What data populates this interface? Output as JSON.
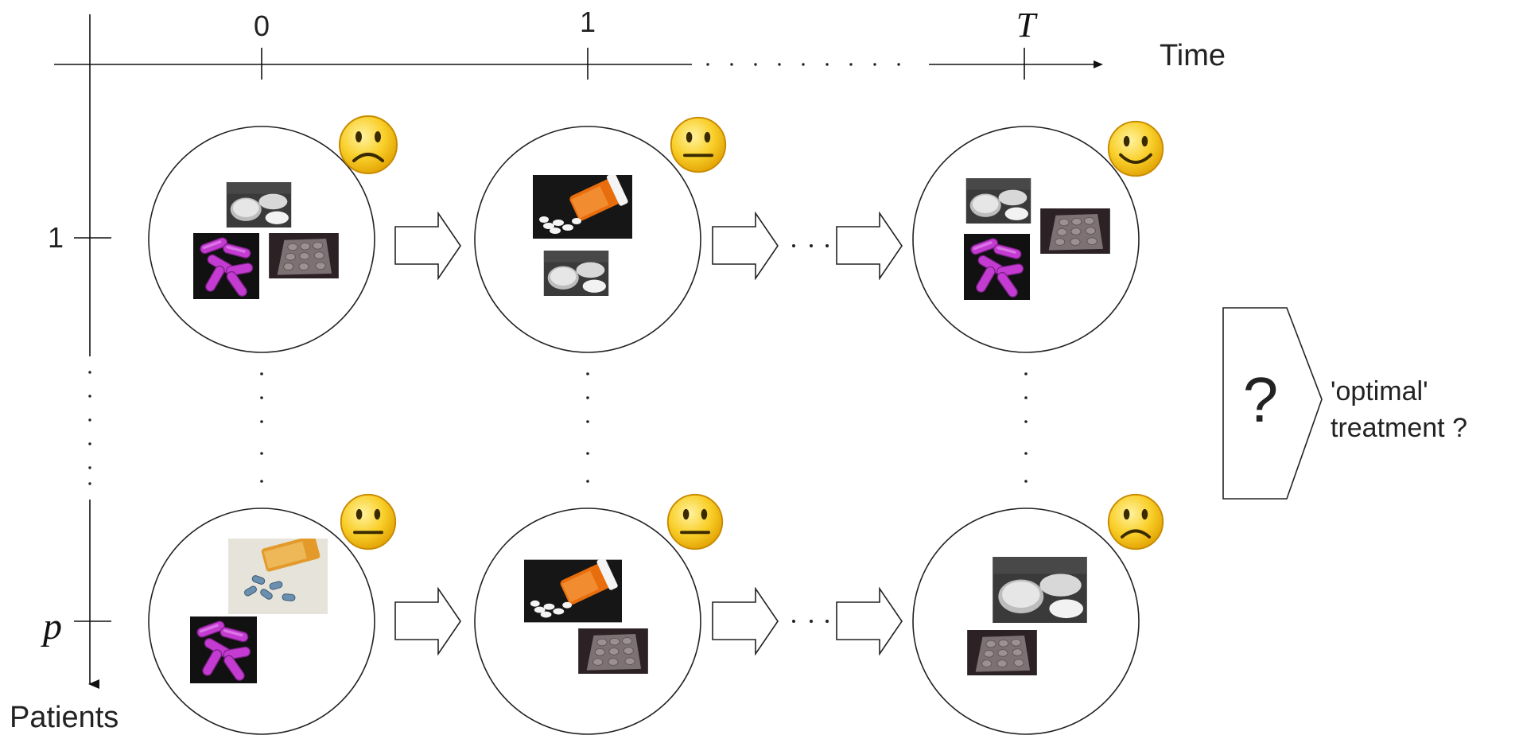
{
  "axes": {
    "time_label": "Time",
    "patients_label": "Patients",
    "time_ticks": [
      "0",
      "1",
      "T"
    ],
    "patient_ticks": [
      "1",
      "p"
    ]
  },
  "question": {
    "symbol": "?",
    "line1": "'optimal'",
    "line2": "treatment ?"
  },
  "rows": [
    {
      "patient": "1",
      "states": [
        {
          "time": "0",
          "mood": "sad",
          "treatments": [
            "white-tablets",
            "pink-capsules",
            "blister-pack"
          ]
        },
        {
          "time": "1",
          "mood": "neutral",
          "treatments": [
            "orange-pill-bottle",
            "white-tablets"
          ]
        },
        {
          "time": "T",
          "mood": "happy",
          "treatments": [
            "white-tablets",
            "blister-pack",
            "pink-capsules"
          ]
        }
      ]
    },
    {
      "patient": "p",
      "states": [
        {
          "time": "0",
          "mood": "neutral",
          "treatments": [
            "pill-bottle-light",
            "pink-capsules"
          ]
        },
        {
          "time": "1",
          "mood": "neutral",
          "treatments": [
            "orange-pill-bottle",
            "blister-pack"
          ]
        },
        {
          "time": "T",
          "mood": "sad",
          "treatments": [
            "white-tablets",
            "blister-pack"
          ]
        }
      ]
    }
  ],
  "colors": {
    "line": "#111111",
    "face_fill": "#f7c316",
    "face_edge": "#b8860b"
  }
}
